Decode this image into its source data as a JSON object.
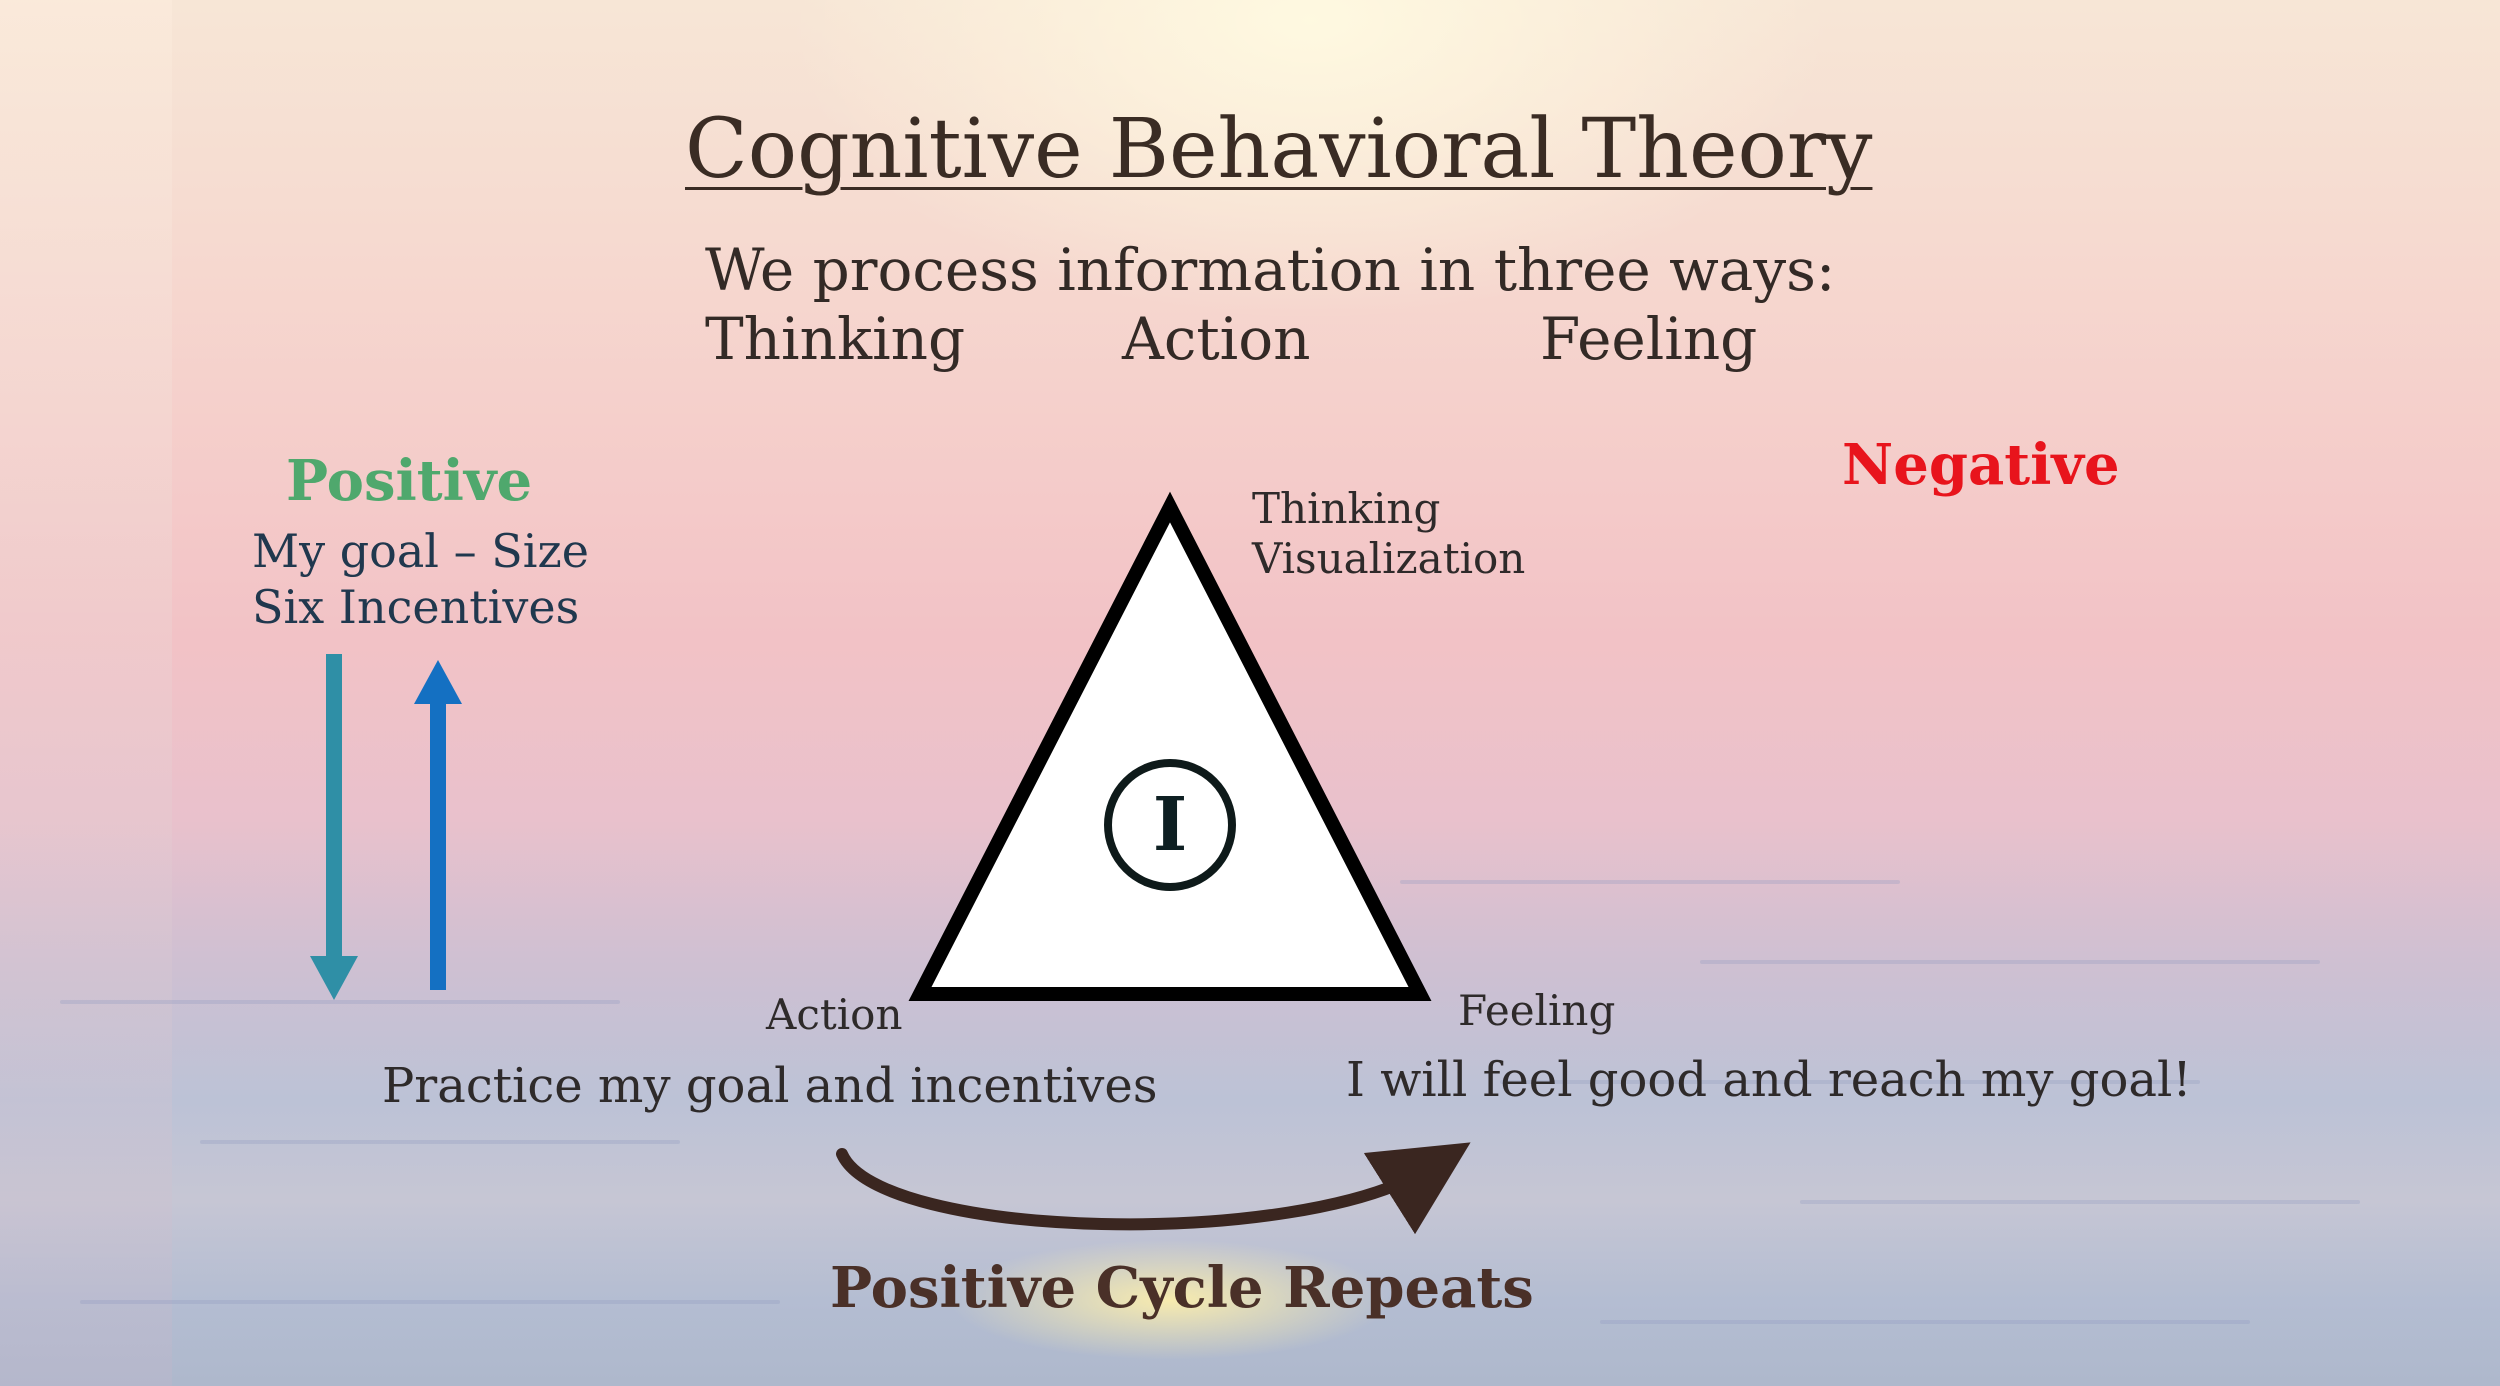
{
  "title": "Cognitive Behavioral Theory",
  "subtitle": "We process information in three ways:",
  "modes": [
    "Thinking",
    "Action",
    "Feeling"
  ],
  "positive": {
    "heading": "Positive",
    "line1": "My goal – Size",
    "line2": "Six Incentives"
  },
  "negative": {
    "heading": "Negative"
  },
  "triangle": {
    "center_letter": "I",
    "thinking_label": "Thinking",
    "thinking_sub": "Visualization",
    "action_label": "Action",
    "feeling_label": "Feeling"
  },
  "action_text": "Practice my goal and incentives",
  "feeling_text": "I will feel good and reach my goal!",
  "cycle_label": "Positive Cycle Repeats",
  "colors": {
    "positive": "#4fa86d",
    "negative": "#e8141c",
    "arrow_down": "#2f8fa6",
    "arrow_up": "#1470c2",
    "cycle_arrow": "#3a2620"
  }
}
